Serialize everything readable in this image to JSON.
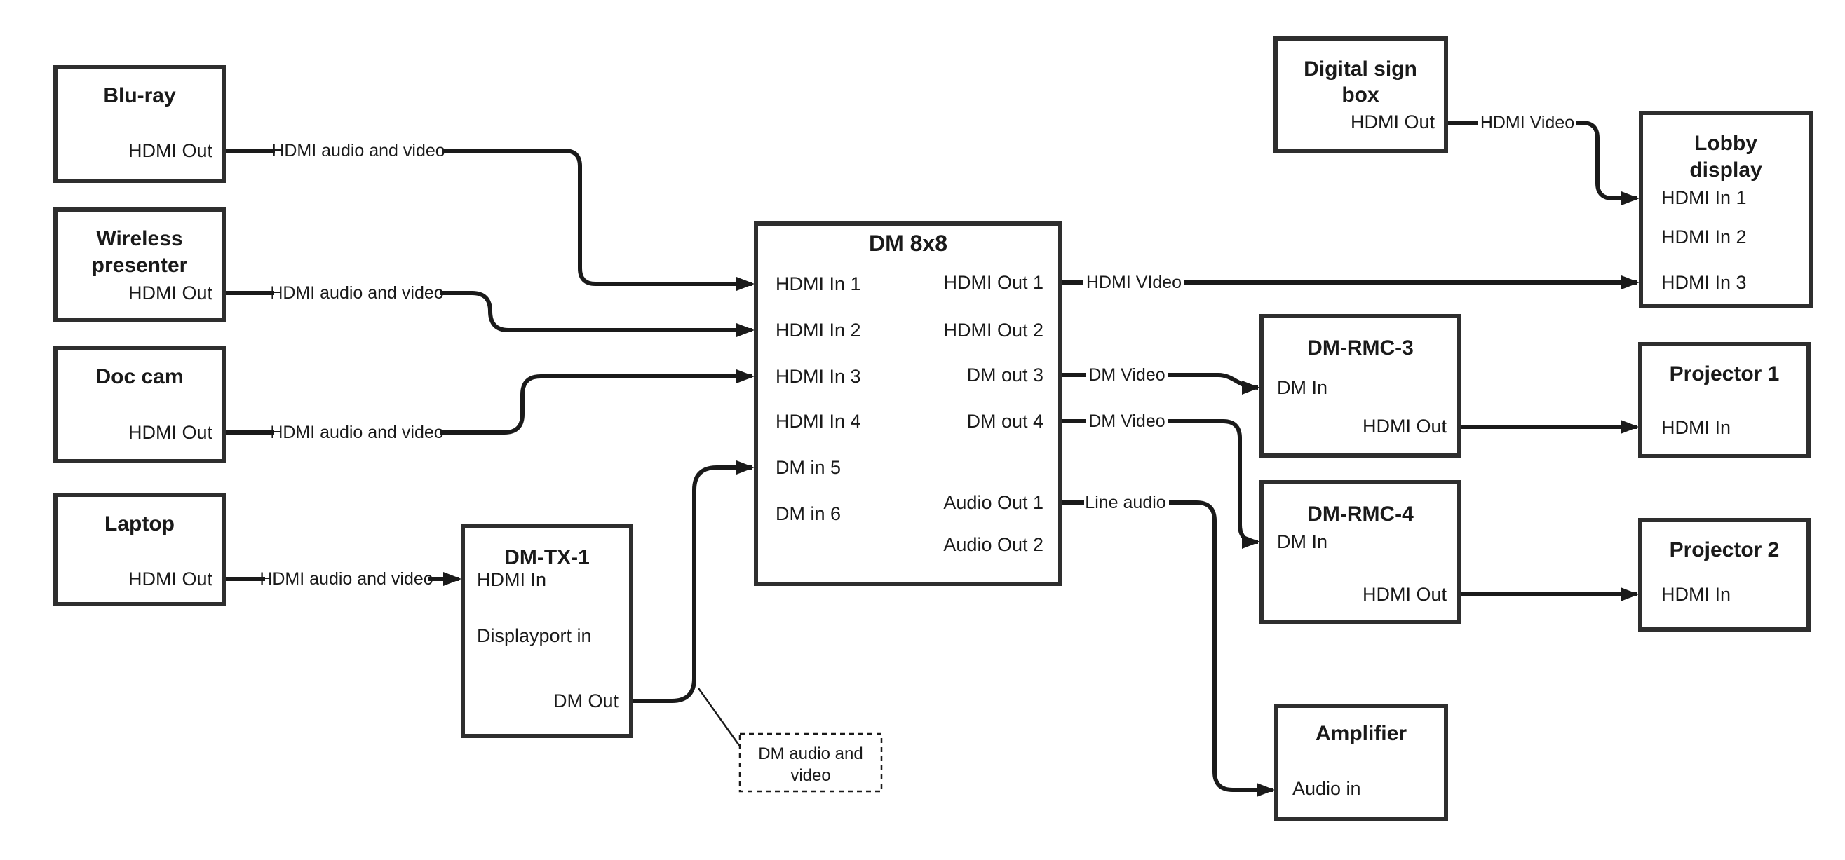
{
  "diagram": {
    "nodes": {
      "bluray": {
        "title": "Blu-ray",
        "port": "HDMI Out"
      },
      "wireless": {
        "title_line1": "Wireless",
        "title_line2": "presenter",
        "port": "HDMI Out"
      },
      "doccam": {
        "title": "Doc cam",
        "port": "HDMI Out"
      },
      "laptop": {
        "title": "Laptop",
        "port": "HDMI Out"
      },
      "dmtx": {
        "title": "DM-TX-1",
        "port_hdmi_in": "HDMI In",
        "port_dp_in": "Displayport in",
        "port_dm_out": "DM Out"
      },
      "dm8x8": {
        "title": "DM 8x8",
        "inputs": [
          "HDMI In 1",
          "HDMI In 2",
          "HDMI In 3",
          "HDMI In 4",
          "DM in 5",
          "DM in 6"
        ],
        "outputs": [
          "HDMI Out 1",
          "HDMI Out 2",
          "DM out 3",
          "DM out 4",
          "Audio Out 1",
          "Audio Out 2"
        ]
      },
      "signbox": {
        "title_line1": "Digital sign",
        "title_line2": "box",
        "port": "HDMI Out"
      },
      "lobby": {
        "title_line1": "Lobby",
        "title_line2": "display",
        "ports": [
          "HDMI In 1",
          "HDMI In 2",
          "HDMI In 3"
        ]
      },
      "rmc3": {
        "title": "DM-RMC-3",
        "port_dm_in": "DM In",
        "port_hdmi_out": "HDMI Out"
      },
      "rmc4": {
        "title": "DM-RMC-4",
        "port_dm_in": "DM In",
        "port_hdmi_out": "HDMI Out"
      },
      "proj1": {
        "title": "Projector 1",
        "port": "HDMI In"
      },
      "proj2": {
        "title": "Projector 2",
        "port": "HDMI In"
      },
      "amp": {
        "title": "Amplifier",
        "port": "Audio in"
      }
    },
    "connections": {
      "bluray_to_in1": "HDMI audio and video",
      "wireless_to_in2": "HDMI audio and video",
      "doccam_to_in3": "HDMI audio and video",
      "laptop_to_dmtx": "HDMI audio and video",
      "out1_to_lobby": "HDMI VIdeo",
      "signbox_to_lobby": "HDMI Video",
      "out3_to_rmc3": "DM Video",
      "out4_to_rmc4": "DM Video",
      "audio1_to_amp": "Line audio"
    },
    "note": {
      "line1": "DM audio and",
      "line2": "video"
    },
    "colors": {
      "line": "#1a1a1a",
      "box_stroke": "#2e2e2e",
      "text": "#1a1a1a",
      "background": "#ffffff"
    }
  }
}
